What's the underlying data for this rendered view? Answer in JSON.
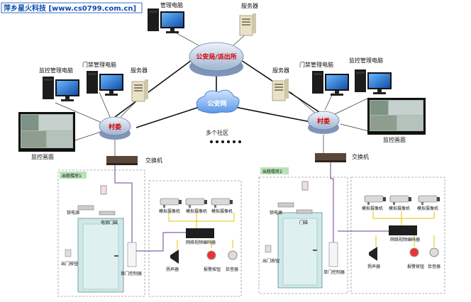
{
  "header": {
    "site": "萍乡星火科技 [www.cs0799.com.cn]"
  },
  "center": {
    "police": "公安局/派出所",
    "police_network": "公安网",
    "multi_community": "多个社区",
    "manage_pc": "管理电脑",
    "server": "服务器"
  },
  "left": {
    "monitor_pc": "监控管理电脑",
    "access_pc": "门禁管理电脑",
    "server": "服务器",
    "village": "村委",
    "monitor_screen": "监控画面",
    "switch": "交换机",
    "building": "出租楼房1",
    "electric_lock": "电锁门磁",
    "lock_power": "锁电源",
    "exit_button": "出门按钮",
    "door_controller": "单门控制器",
    "camera": "模拟摄像机",
    "encoder": "网络视频编码器",
    "horn": "扬声器",
    "alarm_button": "报警按钮",
    "pickup": "拾音器"
  },
  "right": {
    "server": "服务器",
    "access_pc": "门禁管理电脑",
    "monitor_pc": "监控管理电脑",
    "village": "村委",
    "monitor_screen": "监控画面",
    "switch": "交换机",
    "building": "出租楼房2",
    "electric_lock": "门磁",
    "lock_power": "锁电源",
    "exit_button": "出门按钮",
    "door_controller": "单门控制器",
    "camera": "模拟摄像机",
    "encoder": "网络视频编码器",
    "horn": "扬声器",
    "alarm_button": "报警按钮",
    "pickup": "拾音器"
  },
  "colors": {
    "brand": "#0a48b0",
    "hub_label": "#d40000",
    "cloud": "#3a7bd5",
    "door": "#cfe8e8",
    "dashed_border": "#9a9a9a",
    "yellow_line": "#e8c300",
    "purple_line": "#6a3d9a"
  }
}
